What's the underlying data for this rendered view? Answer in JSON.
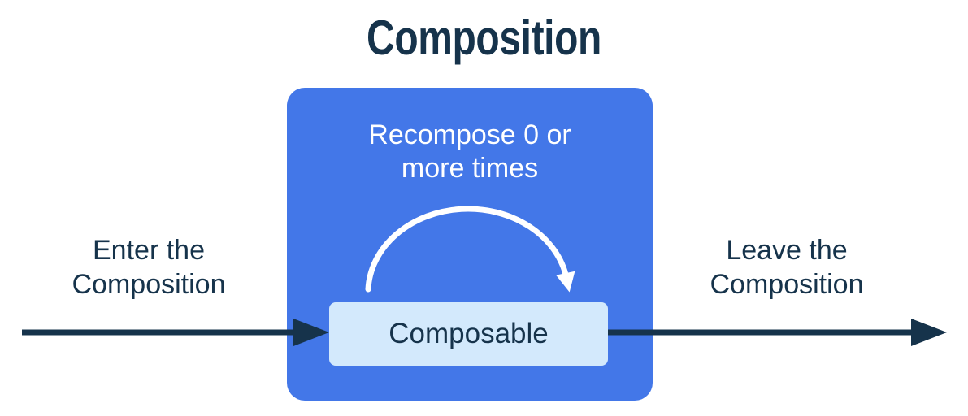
{
  "diagram": {
    "title": "Composition",
    "composition_box": {
      "recompose_label": "Recompose 0 or\nmore times",
      "composable_label": "Composable"
    },
    "enter_label": "Enter the\nComposition",
    "leave_label": "Leave the\nComposition",
    "icons": {
      "recompose_arc": "clockwise-curved-arrow",
      "enter_arrow": "right-arrow",
      "leave_arrow": "right-arrow"
    },
    "colors": {
      "composition_box_blue": "#4377E8",
      "composable_box_light_blue": "#D3E9FC",
      "text_and_arrow_navy": "#16334B",
      "recompose_text": "#FFFFFF",
      "background": "#FFFFFF"
    }
  }
}
